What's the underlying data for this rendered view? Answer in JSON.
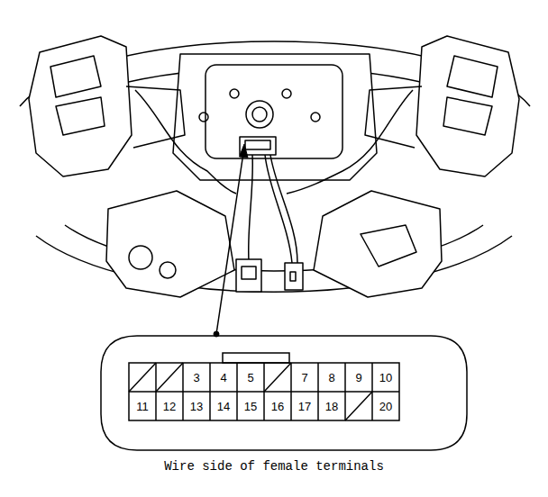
{
  "diagram": {
    "caption": "Wire side of female terminals",
    "labels": [
      "3",
      "4",
      "5",
      "7",
      "8",
      "9",
      "10",
      "11",
      "12",
      "13",
      "14",
      "15",
      "16",
      "17",
      "18",
      "20"
    ]
  }
}
